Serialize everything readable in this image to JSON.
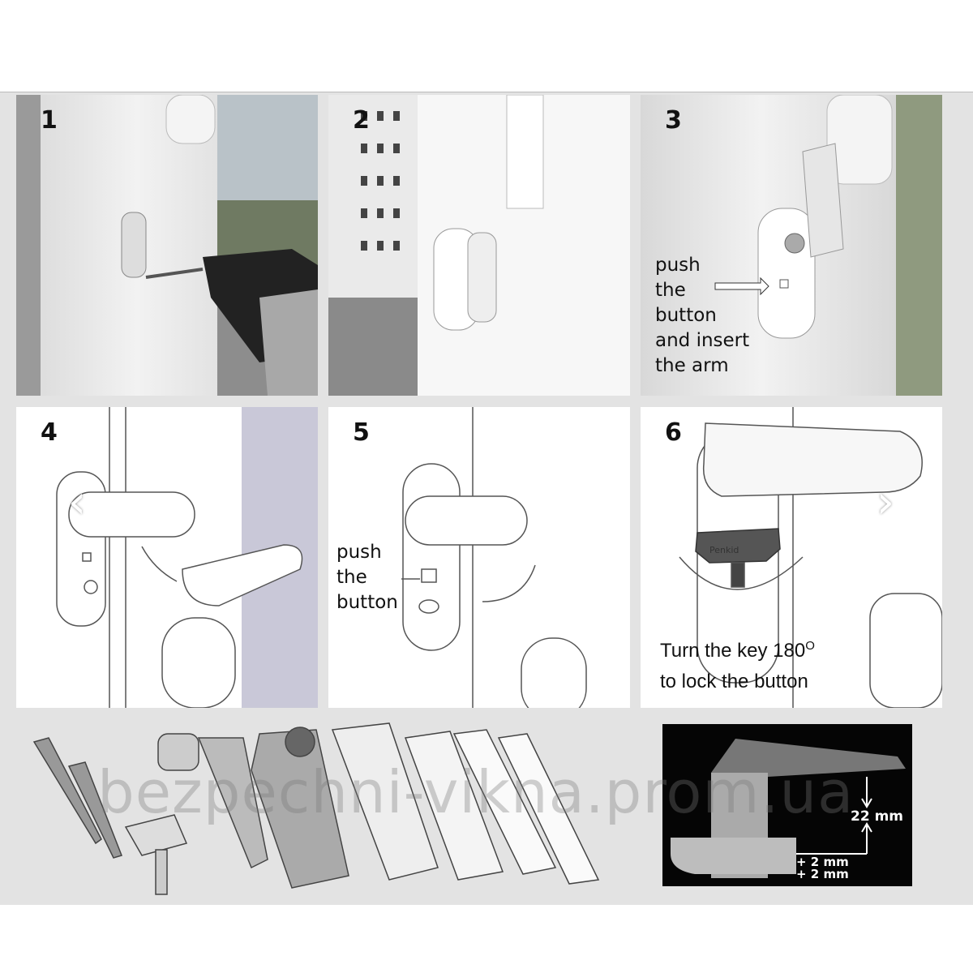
{
  "steps": [
    {
      "number": "1"
    },
    {
      "number": "2"
    },
    {
      "number": "3",
      "caption": [
        "push",
        "the",
        "button",
        "and insert",
        "the arm"
      ]
    },
    {
      "number": "4"
    },
    {
      "number": "5",
      "caption": [
        "push",
        "the",
        "button"
      ]
    },
    {
      "number": "6",
      "caption": [
        "Turn the key 180",
        "to lock the button"
      ],
      "degree_mark": "O"
    }
  ],
  "key_brand": "Penkid",
  "dimensions": {
    "height": "22 mm",
    "spacer1": "+ 2 mm",
    "spacer2": "+ 2 mm"
  },
  "watermark": "bezpechni-vikna.prom.ua",
  "carousel": {
    "prev_icon": "chevron-left-icon",
    "next_icon": "chevron-right-icon",
    "prev": "‹",
    "next": "›"
  }
}
